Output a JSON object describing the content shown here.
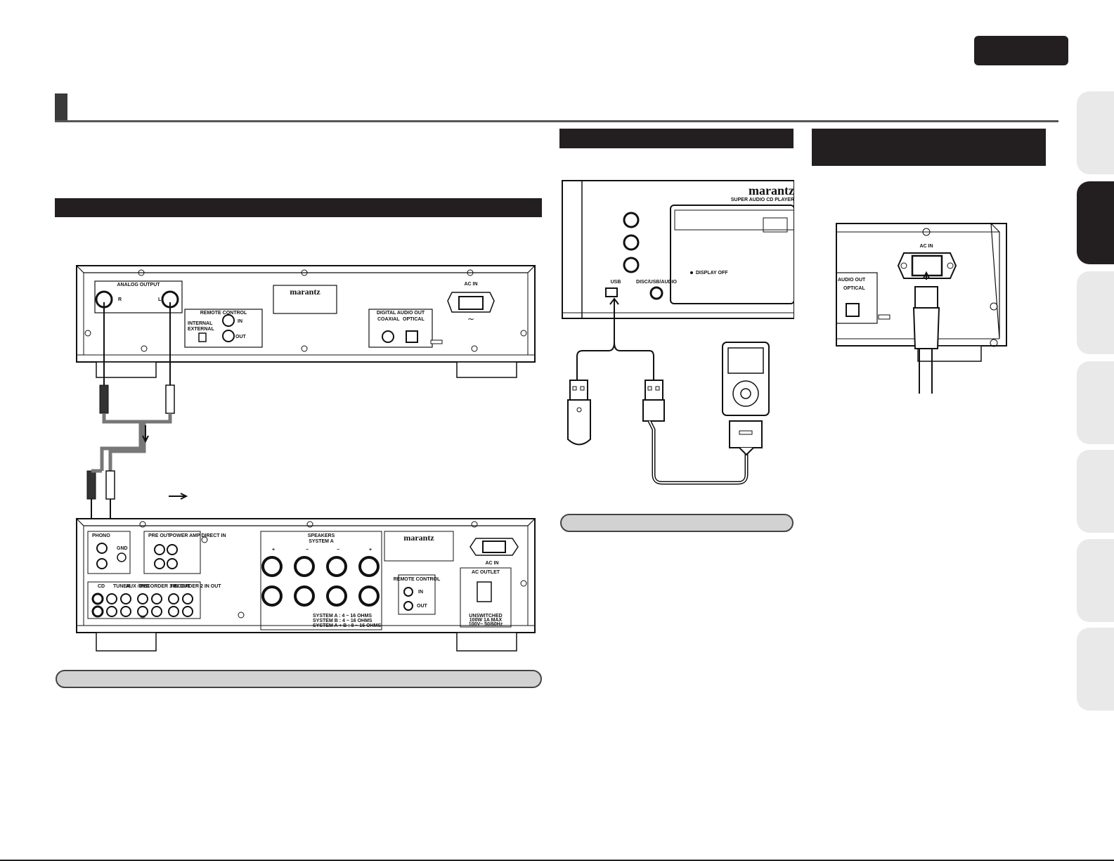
{
  "rear_panel": {
    "analog_output": "ANALOG OUTPUT",
    "ch_r": "R",
    "ch_l": "L",
    "remote_control": "REMOTE CONTROL",
    "internal": "INTERNAL",
    "external": "EXTERNAL",
    "in": "IN",
    "out": "OUT",
    "brand": "marantz",
    "digital_audio_out": "DIGITAL AUDIO OUT",
    "coaxial": "COAXIAL",
    "optical": "OPTICAL",
    "ac_in": "AC IN"
  },
  "amplifier": {
    "phono": "PHONO",
    "gnd": "GND",
    "pre_out": "PRE OUT",
    "power_amp_direct_in": "POWER AMP DIRECT IN",
    "cd": "CD",
    "tuner": "TUNER",
    "aux_dvd": "AUX /DVD",
    "recorder1_in_out": "RECORDER 1 IN OUT",
    "recorder2_in_out": "RECORDER 2 IN OUT",
    "speakers": "SPEAKERS",
    "system_a": "SYSTEM A",
    "brand": "marantz",
    "ac_in": "AC IN",
    "remote_control": "REMOTE CONTROL",
    "in": "IN",
    "out": "OUT",
    "ac_outlet": "AC OUTLET",
    "unswitched": "UNSWITCHED",
    "rating1": "100W 1A MAX",
    "rating2": "100V~ 50/60Hz",
    "impedance1": "SYSTEM A : 4 ~ 16 OHMS",
    "impedance2": "SYSTEM B : 4 ~ 16 OHMS",
    "impedance3": "SYSTEM A + B : 8 ~ 16 OHMS",
    "plus": "+",
    "minus": "−"
  },
  "front_panel": {
    "brand": "marantz",
    "model_text": "SUPER AUDIO CD PLAYER",
    "usb": "USB",
    "disc_usb": "DISC/USB/AUDIO",
    "display_off": "DISPLAY OFF"
  },
  "power_detail": {
    "ac_in": "AC IN",
    "digital_audio_out": "AUDIO OUT",
    "optical": "OPTICAL"
  }
}
